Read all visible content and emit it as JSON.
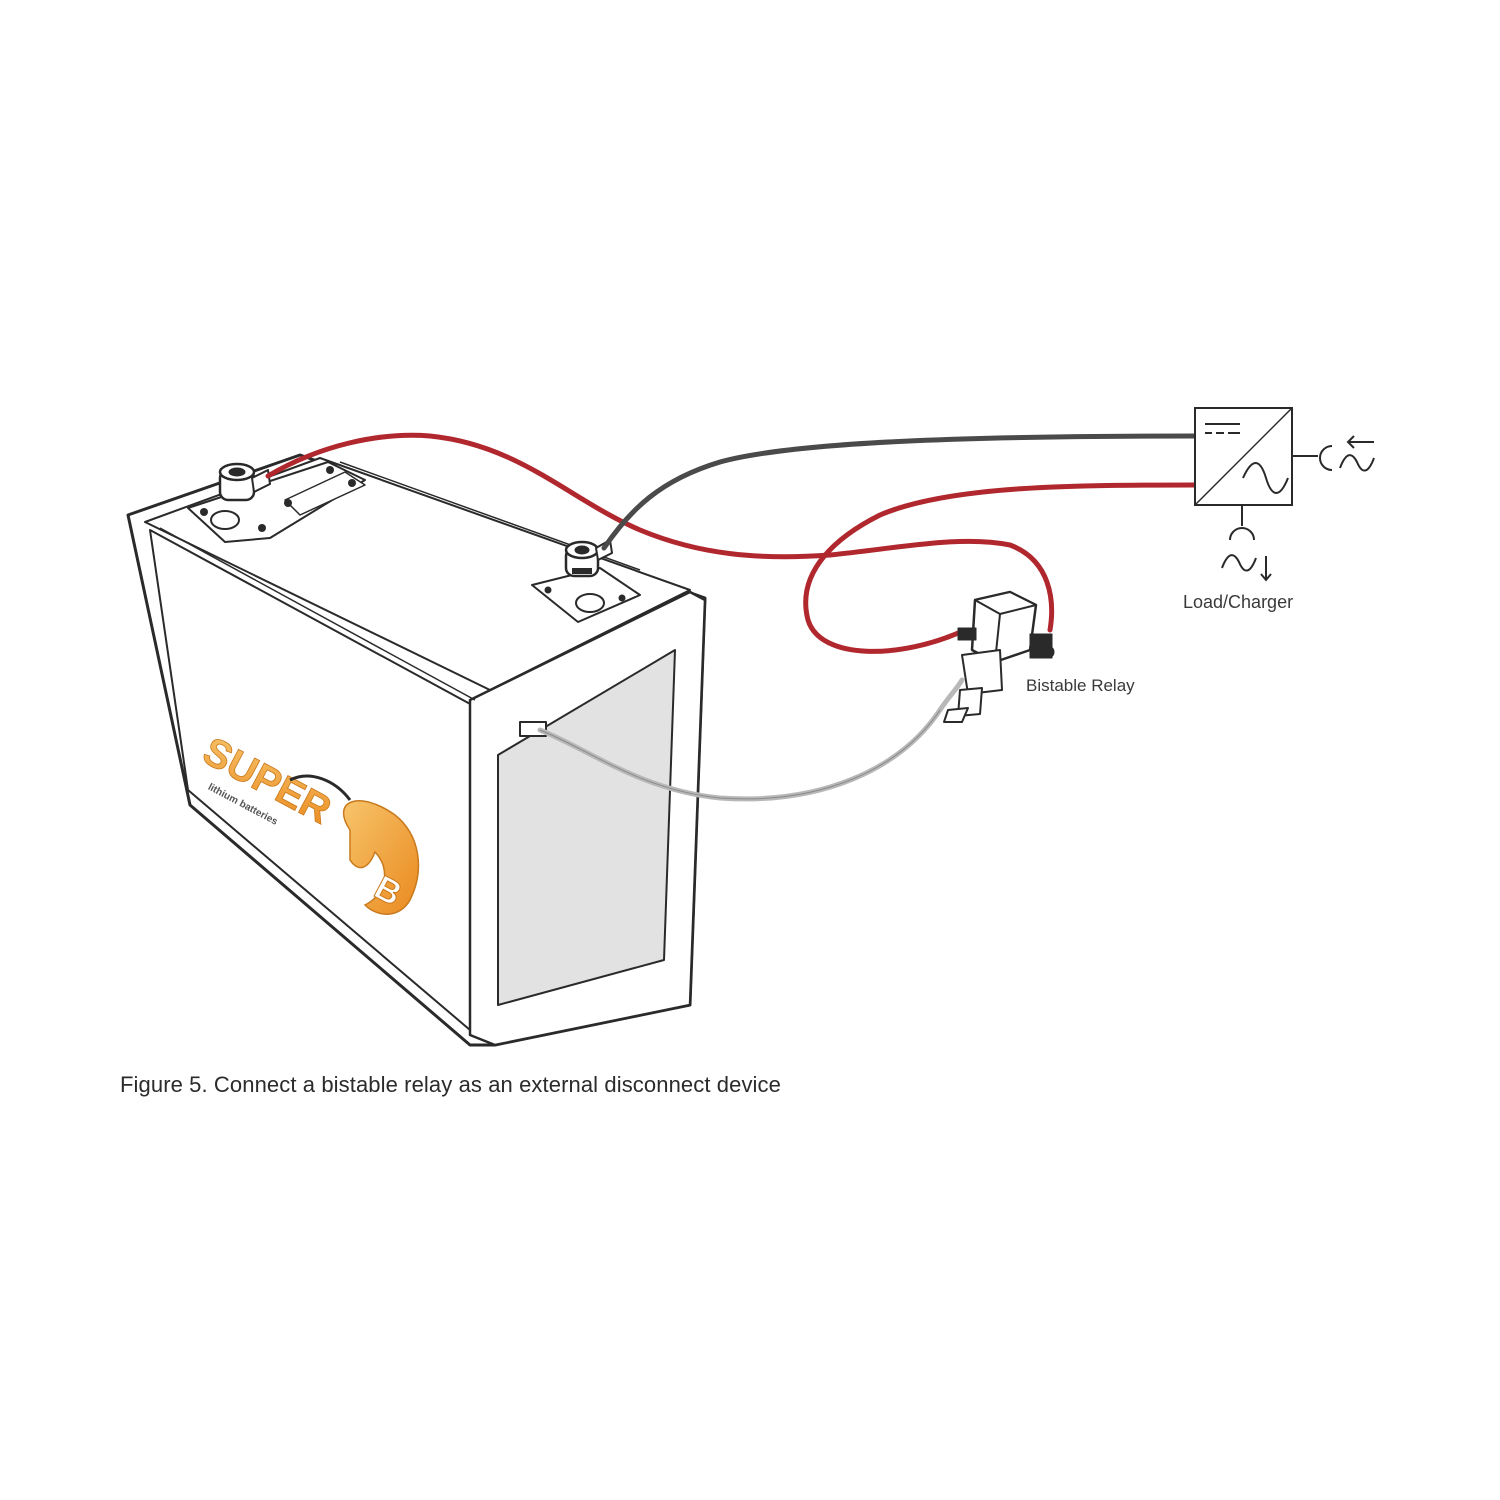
{
  "diagram": {
    "labels": {
      "relay": "Bistable Relay",
      "load_charger": "Load/Charger"
    },
    "caption": "Figure 5. Connect a bistable relay as an external disconnect device",
    "brand": {
      "name": "SUPER",
      "letter": "B",
      "tagline": "lithium batteries"
    },
    "icons": {
      "converter": "dc-ac-converter-icon",
      "ac_source": "ac-source-icon",
      "ac_load": "ac-load-icon"
    },
    "colors": {
      "positive_cable": "#b0282e",
      "negative_cable": "#4a4a4a",
      "signal_cable": "#b8b8b8",
      "brand_orange": "#f0a23a",
      "outline": "#2a2a2a"
    }
  }
}
